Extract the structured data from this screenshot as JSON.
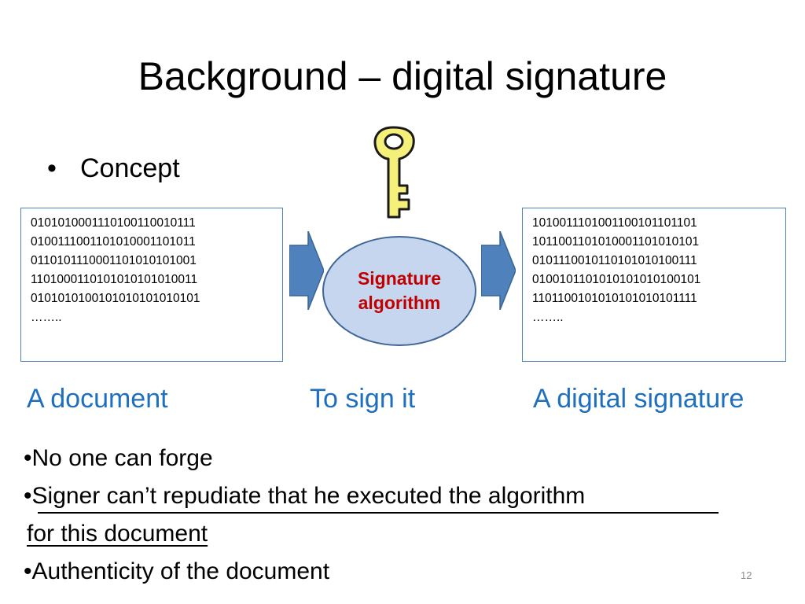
{
  "slide": {
    "title": "Background – digital signature",
    "bullet": "Concept",
    "bullet_symbol": "•",
    "document_lines": [
      "0101010001110100110010111",
      "0100111001101010001101011",
      "0110101110001101010101001",
      "1101000110101010101010011",
      "0101010100101010101010101",
      "……..",
      ""
    ],
    "signature_lines": [
      "1010011101001100101101101",
      "1011001101010001101010101",
      "0101110010110101010100111",
      "0100101101010101010100101",
      "1101100101010101010101111",
      "……..",
      ""
    ],
    "algorithm_label": "Signature\nalgorithm",
    "captions": {
      "document": "A document",
      "sign": "To sign it",
      "signature": "A digital signature"
    },
    "points": {
      "p1": "•No one can forge",
      "p2_bullet": "•",
      "p2_text": "Signer can’t repudiate that he executed the algorithm",
      "p2_cont": "for this document",
      "p3": "•Authenticity of the document"
    },
    "page_number": "12"
  },
  "icons": {
    "key": "key-icon",
    "arrow_left": "right-arrow-icon",
    "arrow_right": "right-arrow-icon"
  },
  "colors": {
    "caption_blue": "#1f6fbf",
    "algorithm_red": "#c00000",
    "ellipse_fill": "#c6d6ee",
    "arrow_fill": "#4f81bd",
    "key_fill": "#f4f07a"
  }
}
